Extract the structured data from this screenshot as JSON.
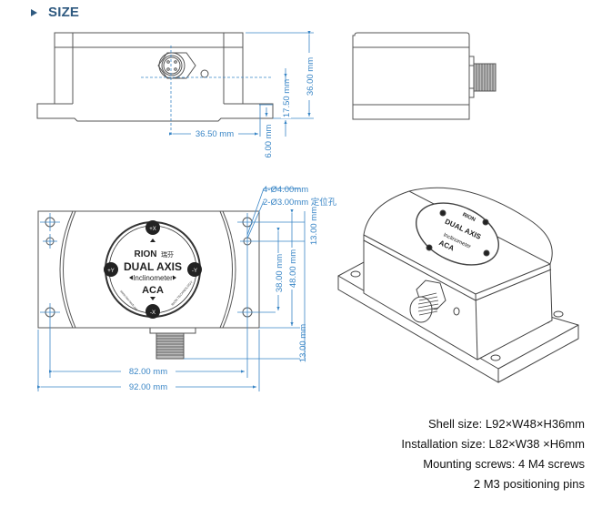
{
  "header": {
    "title": "SIZE",
    "bullet_icon": "triangle-right-icon"
  },
  "front_view": {
    "dim_connector_offset": "36.50 mm",
    "dim_connector_height": "17.50 mm",
    "dim_total_height": "36.00 mm",
    "dim_base_height": "6.00 mm"
  },
  "top_view": {
    "label_hole_main": "4-Ø4.00mm",
    "label_hole_pin": "2-Ø3.00mm 定位孔",
    "dim_pin_spacing": "13.00 mm",
    "dim_install_width": "38.00 mm",
    "dim_shell_width": "48.00 mm",
    "dim_connector_length": "13.00 mm",
    "dim_install_length": "82.00 mm",
    "dim_shell_length": "92.00 mm",
    "badge": {
      "brand": "RION",
      "brand_cn": "瑞芬",
      "line1": "DUAL AXIS",
      "line2": "Inclinometer",
      "line3": "ACA",
      "axis_top": "+X",
      "axis_bottom": "-X",
      "axis_left": "+Y",
      "axis_right": "-Y",
      "url": "www.rion-tech.net",
      "company": "RION TECHNOLOGY"
    }
  },
  "specs": [
    "Shell size: L92×W48×H36mm",
    "Installation size: L82×W38 ×H6mm",
    "Mounting screws: 4 M4 screws",
    "2 M3 positioning pins"
  ],
  "colors": {
    "heading": "#2f5a80",
    "dimension": "#3a86c6",
    "outline": "#555555"
  }
}
